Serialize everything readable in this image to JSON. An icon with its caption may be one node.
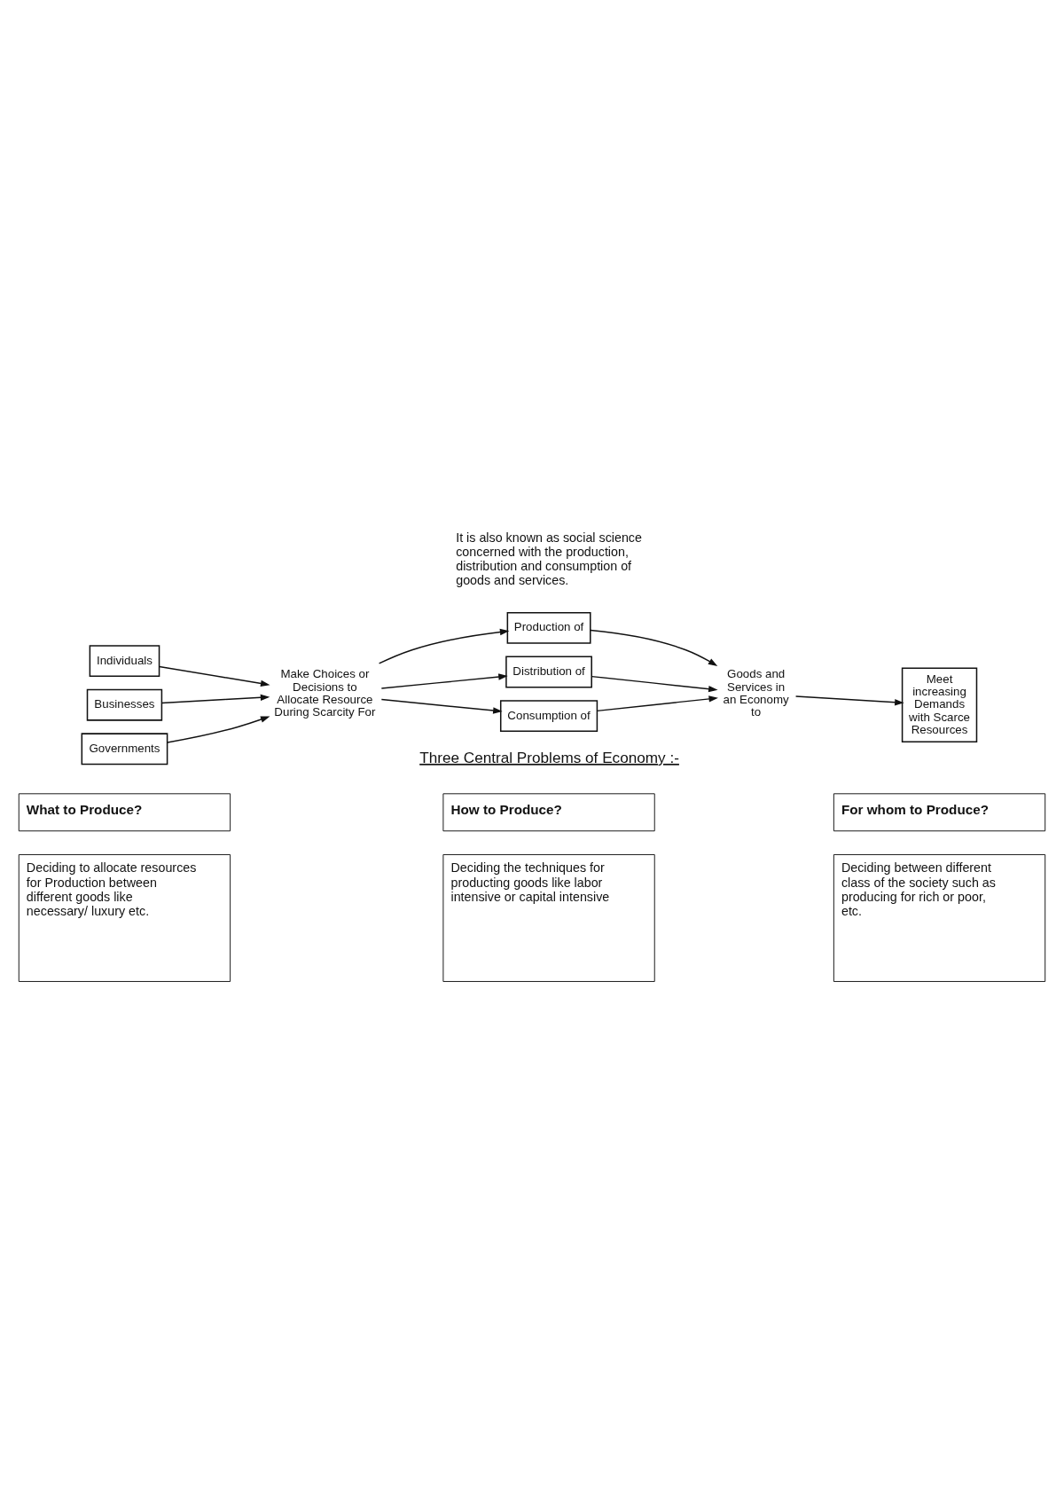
{
  "diagram": {
    "nodes": [
      {
        "text": [
          "Individuals"
        ]
      },
      {
        "text": [
          "Businesses"
        ]
      },
      {
        "text": [
          "Governments"
        ]
      },
      {
        "text": [
          "Make Choices or Decisions to Allocate Resource During Scarcity For"
        ]
      },
      {
        "text": [
          "Production of"
        ]
      },
      {
        "text": [
          "Distribution of"
        ]
      },
      {
        "text": [
          "Consumption of"
        ]
      },
      {
        "text": [
          "Goods and Services in an Economy to"
        ]
      },
      {
        "text": [
          "Meet increasing Demands with Scarce Resources"
        ]
      }
    ],
    "edges": [
      {
        "from": 0,
        "to": 3,
        "arrow": "to"
      },
      {
        "from": 1,
        "to": 3,
        "arrow": "to"
      },
      {
        "from": 2,
        "to": 3,
        "arrow": "to"
      },
      {
        "from": 3,
        "to": 4,
        "arrow": "to"
      },
      {
        "from": 3,
        "to": 5,
        "arrow": "to"
      },
      {
        "from": 3,
        "to": 6,
        "arrow": "to"
      },
      {
        "from": 4,
        "to": 7,
        "arrow": "to"
      },
      {
        "from": 5,
        "to": 7,
        "arrow": "to"
      },
      {
        "from": 6,
        "to": 7,
        "arrow": "to"
      },
      {
        "from": 7,
        "to": 8,
        "arrow": "to"
      }
    ],
    "labels": [
      "It is also known as social science concerned with the production, distribution and consumption of goods and services.",
      "Three Central Problems of Economy :-",
      "What to Produce?",
      "How to Produce?",
      "For whom to Produce?",
      "Deciding to allocate resources for Production between different goods like necessary/ luxury etc.",
      "Deciding the techniques for producting goods like labor intensive or capital intensive",
      "Deciding between different class of the society such as producing for rich or poor, etc."
    ]
  }
}
